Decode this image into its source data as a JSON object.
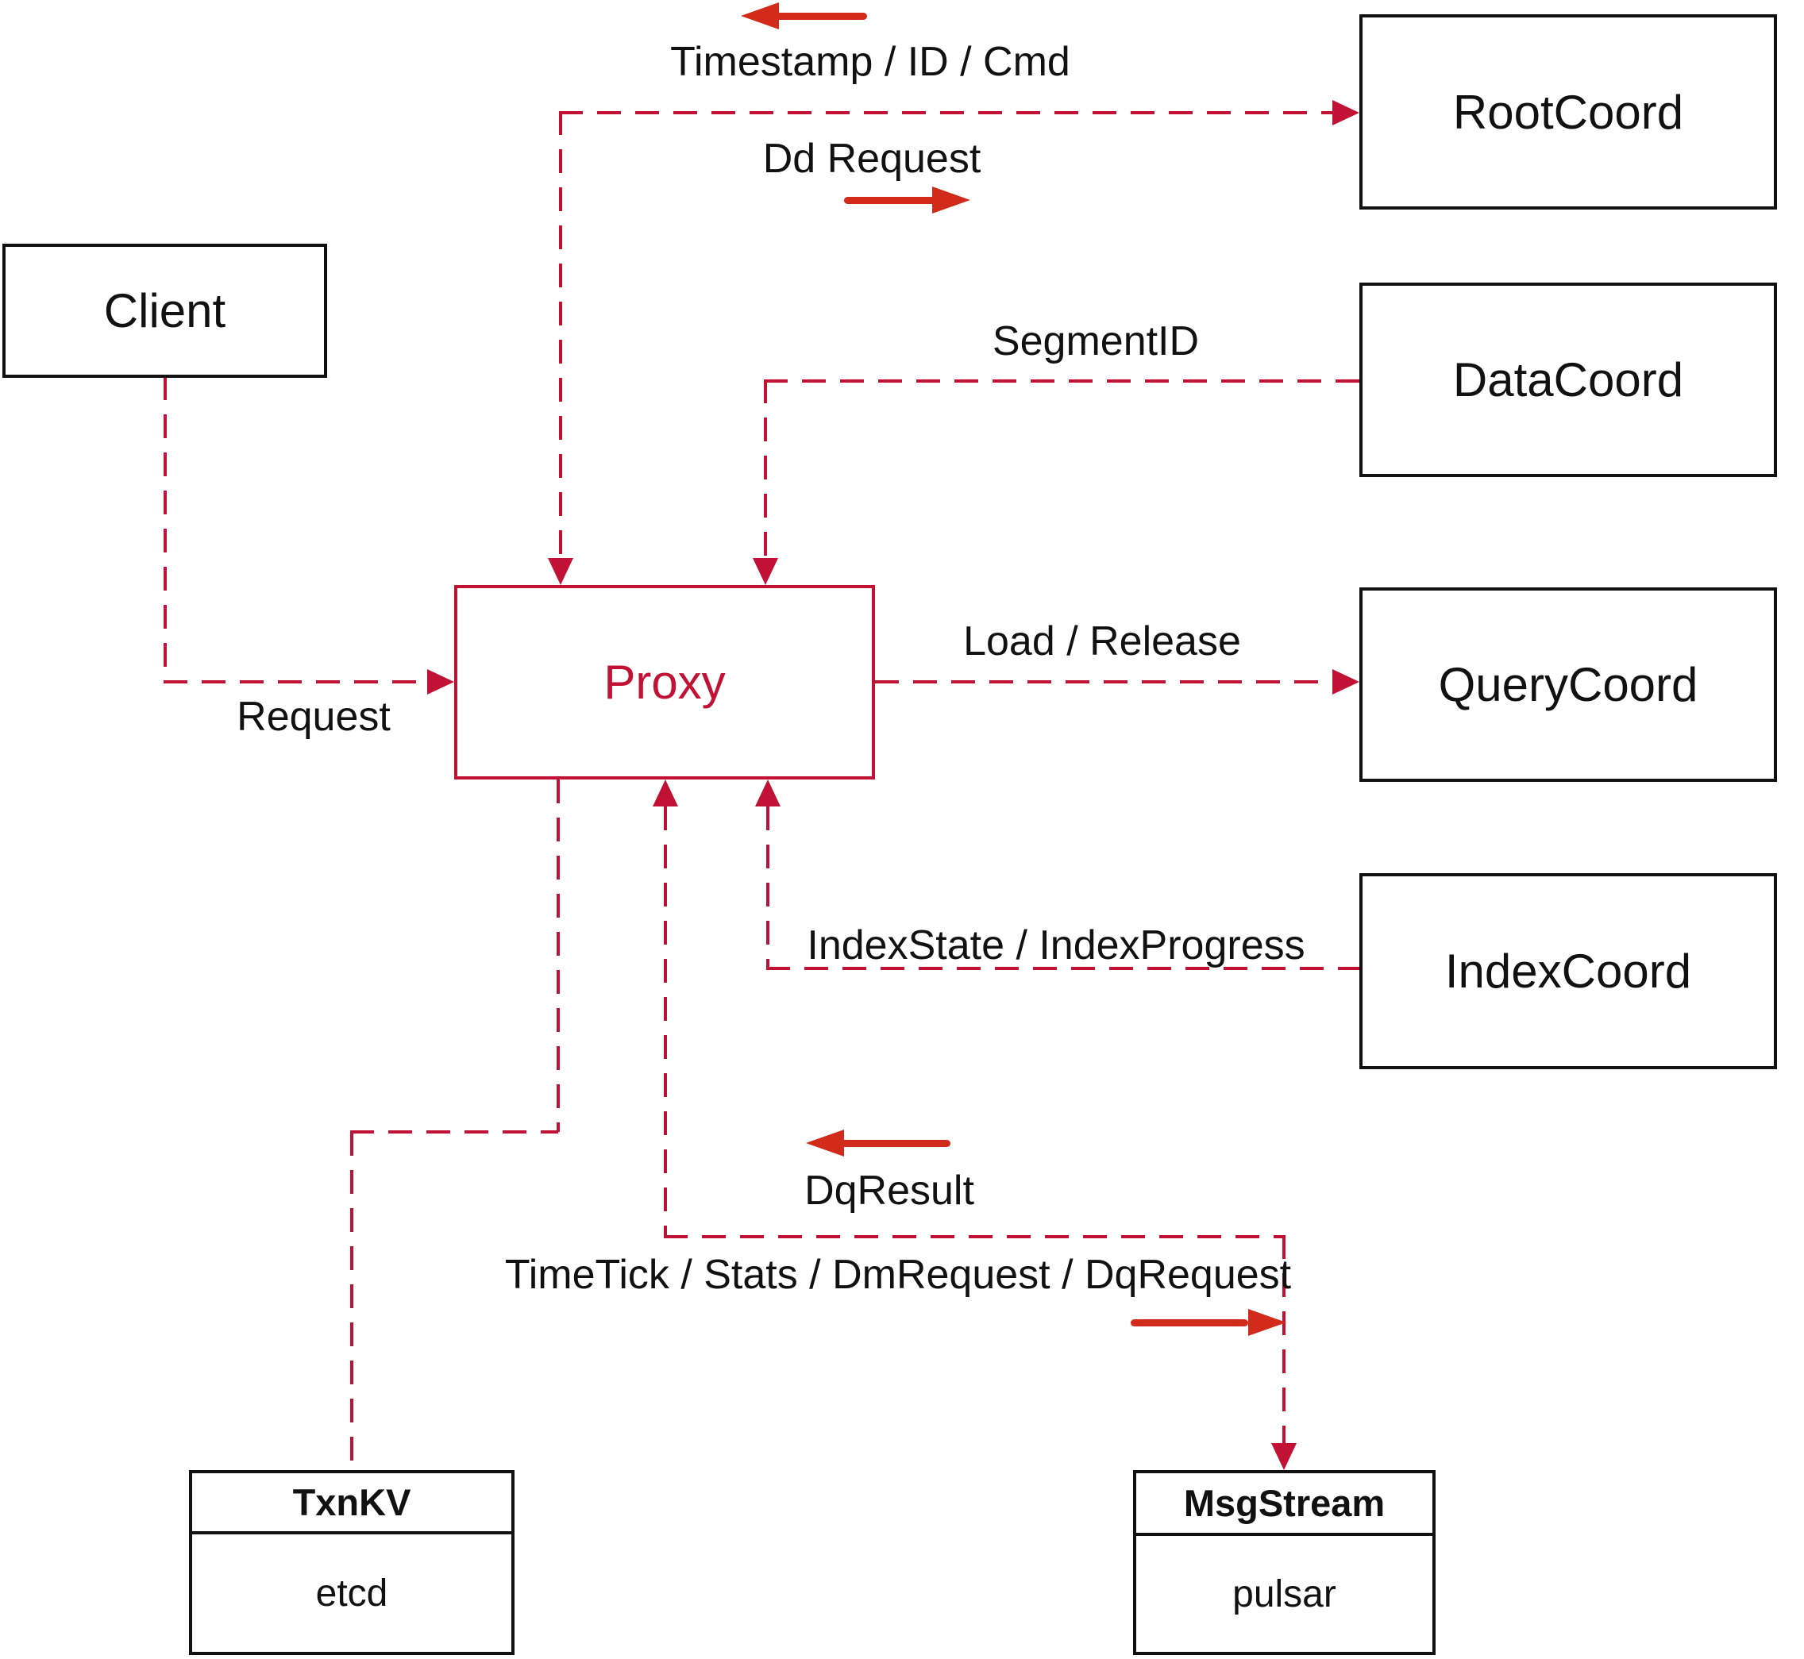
{
  "diagram": {
    "nodes": {
      "client": {
        "label": "Client"
      },
      "proxy": {
        "label": "Proxy"
      },
      "root_coord": {
        "label": "RootCoord"
      },
      "data_coord": {
        "label": "DataCoord"
      },
      "query_coord": {
        "label": "QueryCoord"
      },
      "index_coord": {
        "label": "IndexCoord"
      },
      "txn_kv": {
        "title": "TxnKV",
        "impl": "etcd"
      },
      "msg_stream": {
        "title": "MsgStream",
        "impl": "pulsar"
      }
    },
    "edge_labels": {
      "timestamp_id_cmd": "Timestamp / ID / Cmd",
      "dd_request": "Dd Request",
      "segment_id": "SegmentID",
      "load_release": "Load / Release",
      "request": "Request",
      "index_state": "IndexState / IndexProgress",
      "dq_result": "DqResult",
      "timetick": "TimeTick / Stats / DmRequest / DqRequest"
    },
    "colors": {
      "connector": "#c11236",
      "solid_arrow": "#d12b1b",
      "box_border": "#111111",
      "text": "#111111",
      "background": "#ffffff"
    }
  }
}
